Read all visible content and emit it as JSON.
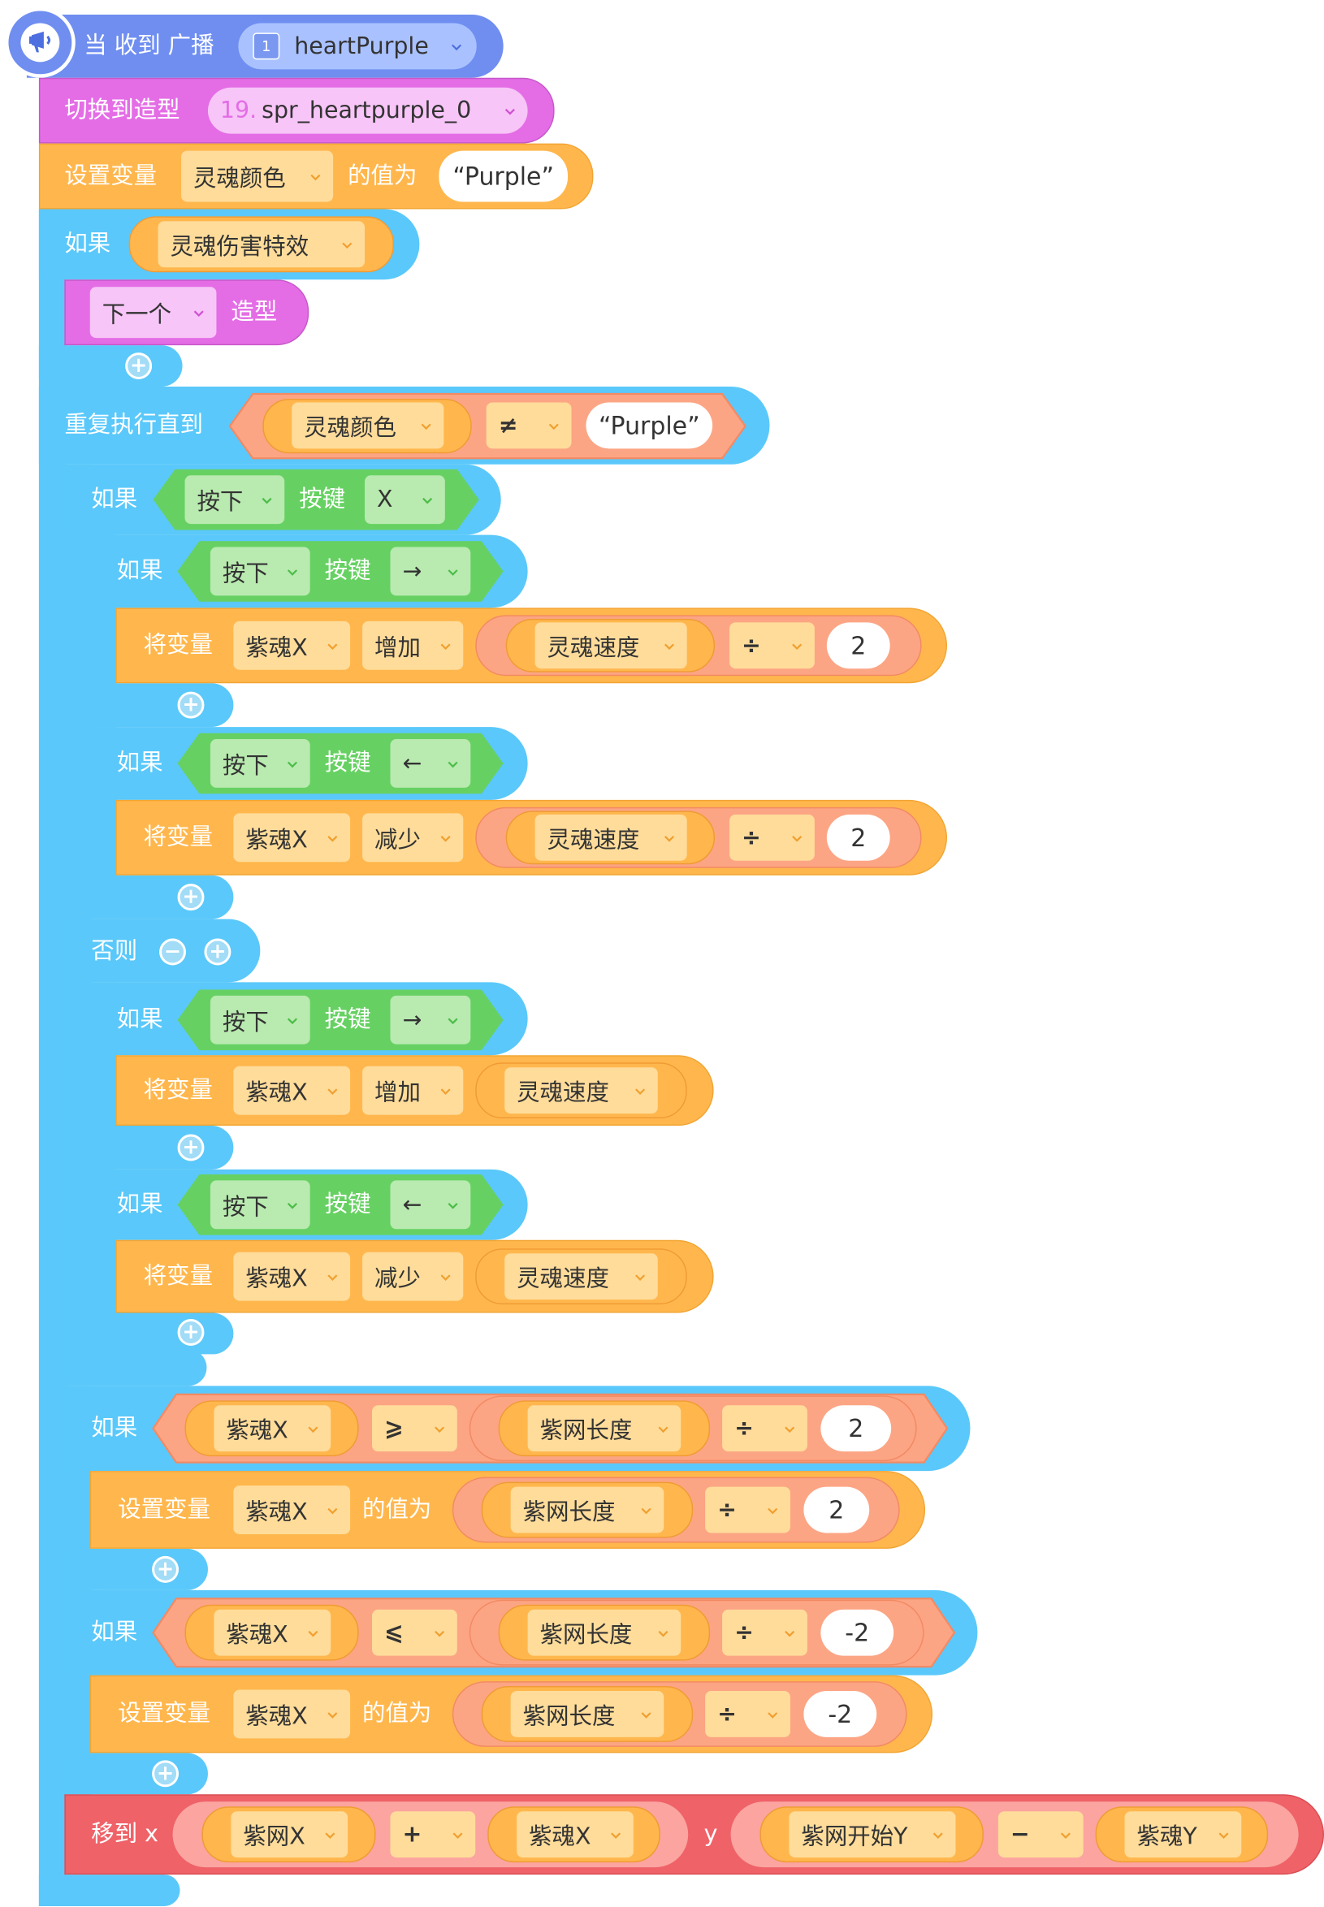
{
  "hat": {
    "label": "当 收到 广播",
    "broadcast_num": "1",
    "broadcast": "heartPurple"
  },
  "costume": {
    "label": "切换到造型",
    "num": "19.",
    "value": "spr_heartpurple_0"
  },
  "set1": {
    "label": "设置变量",
    "var": "灵魂颜色",
    "mid": "的值为",
    "value": "“Purple”"
  },
  "if1": {
    "label": "如果",
    "cond": "灵魂伤害特效"
  },
  "next": {
    "drop": "下一个",
    "label": "造型"
  },
  "repeat": {
    "label": "重复执行直到",
    "var": "灵魂颜色",
    "op": "≠",
    "value": "“Purple”"
  },
  "ifx": {
    "label": "如果",
    "press": "按下",
    "key_label": "按键",
    "key": "X"
  },
  "if_r1": {
    "label": "如果",
    "press": "按下",
    "key_label": "按键",
    "key": "→"
  },
  "chg1": {
    "label": "将变量",
    "var": "紫魂X",
    "op": "增加",
    "a": "灵魂速度",
    "div": "÷",
    "b": "2"
  },
  "if_l1": {
    "label": "如果",
    "press": "按下",
    "key_label": "按键",
    "key": "←"
  },
  "chg2": {
    "label": "将变量",
    "var": "紫魂X",
    "op": "减少",
    "a": "灵魂速度",
    "div": "÷",
    "b": "2"
  },
  "else": {
    "label": "否则",
    "minus": "−",
    "plus": "+"
  },
  "if_r2": {
    "label": "如果",
    "press": "按下",
    "key_label": "按键",
    "key": "→"
  },
  "chg3": {
    "label": "将变量",
    "var": "紫魂X",
    "op": "增加",
    "a": "灵魂速度"
  },
  "if_l2": {
    "label": "如果",
    "press": "按下",
    "key_label": "按键",
    "key": "←"
  },
  "chg4": {
    "label": "将变量",
    "var": "紫魂X",
    "op": "减少",
    "a": "灵魂速度"
  },
  "if_ge": {
    "label": "如果",
    "var": "紫魂X",
    "op": "⩾",
    "a": "紫网长度",
    "div": "÷",
    "b": "2"
  },
  "set_ge": {
    "label": "设置变量",
    "var": "紫魂X",
    "mid": "的值为",
    "a": "紫网长度",
    "div": "÷",
    "b": "2"
  },
  "if_le": {
    "label": "如果",
    "var": "紫魂X",
    "op": "⩽",
    "a": "紫网长度",
    "div": "÷",
    "b": "-2"
  },
  "set_le": {
    "label": "设置变量",
    "var": "紫魂X",
    "mid": "的值为",
    "a": "紫网长度",
    "div": "÷",
    "b": "-2"
  },
  "goto": {
    "label": "移到 x",
    "a": "紫网X",
    "plus": "+",
    "b": "紫魂X",
    "y_label": "y",
    "c": "紫网开始Y",
    "minus": "−",
    "d": "紫魂Y"
  },
  "plus_sign": "+",
  "colors": {
    "event": "#6f8ef0",
    "control": "#5ac8fa",
    "looks": "#e46de6",
    "data": "#ffb74d",
    "sensing": "#66d162",
    "motion": "#ef6268",
    "operator": "#fca584"
  }
}
